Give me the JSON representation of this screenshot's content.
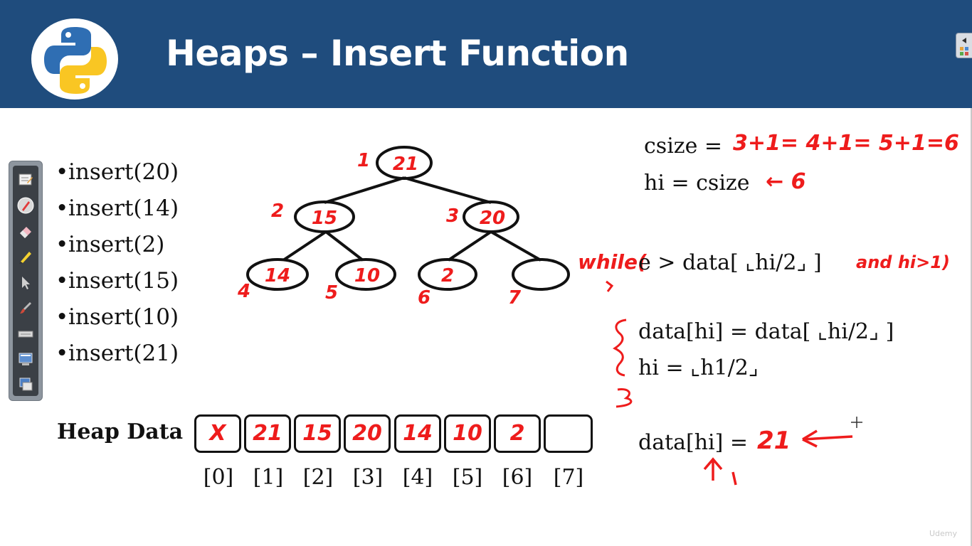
{
  "title": "Heaps – Insert Function",
  "bullets": [
    "insert(20)",
    "insert(14)",
    "insert(2)",
    "insert(15)",
    "insert(10)",
    "insert(21)"
  ],
  "tree": {
    "nodes": [
      {
        "index": "1",
        "value": "21"
      },
      {
        "index": "2",
        "value": "15"
      },
      {
        "index": "3",
        "value": "20"
      },
      {
        "index": "4",
        "value": "14"
      },
      {
        "index": "5",
        "value": "10"
      },
      {
        "index": "6",
        "value": "2"
      },
      {
        "index": "7",
        "value": ""
      }
    ]
  },
  "heap_data": {
    "label": "Heap Data",
    "cells": [
      "X",
      "21",
      "15",
      "20",
      "14",
      "10",
      "2",
      ""
    ],
    "indices": [
      "[0]",
      "[1]",
      "[2]",
      "[3]",
      "[4]",
      "[5]",
      "[6]",
      "[7]"
    ]
  },
  "code": {
    "csize_label": "csize =",
    "csize_annotation": "3+1= 4+1= 5+1=6",
    "hi_line": "hi = csize",
    "hi_annotation": "← 6",
    "while_prefix": "while(",
    "while_condition": "e > data[ ⌞hi/2⌟ ]",
    "while_suffix": "and hi>1)",
    "loop_line1": "data[hi] = data[ ⌞hi/2⌟ ]",
    "loop_line2": "hi = ⌞h1/2⌟",
    "final_line": "data[hi] =",
    "final_annotation": "21"
  },
  "udemy_watermark": "Udemy"
}
